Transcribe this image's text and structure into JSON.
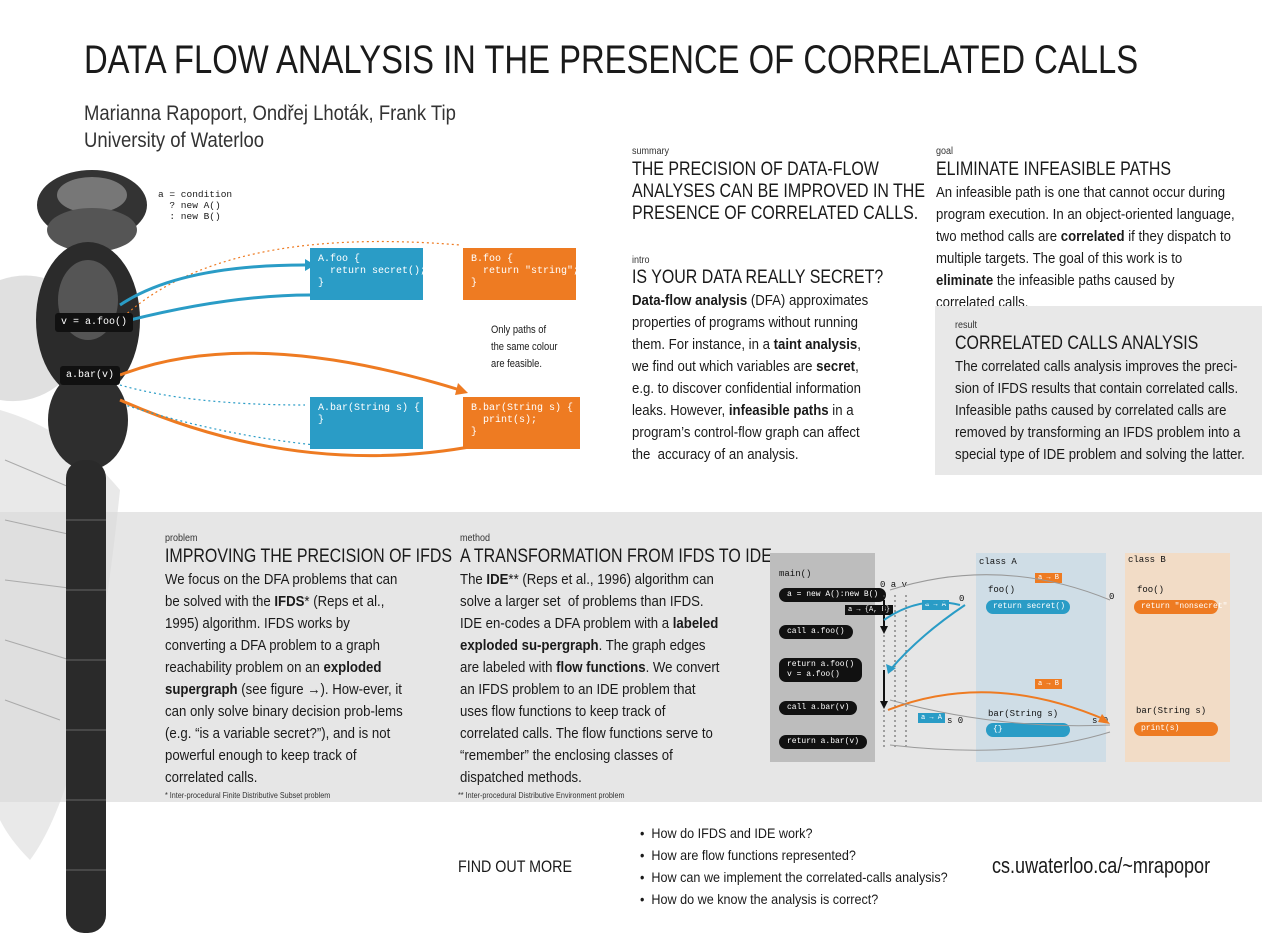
{
  "header": {
    "title": "DATA FLOW ANALYSIS IN THE PRESENCE OF CORRELATED CALLS",
    "authors": "Marianna Rapoport, Ondřej Lhoták, Frank Tip",
    "affiliation": "University of Waterloo"
  },
  "figure_top": {
    "condition_code": "a = condition\n  ? new A()\n  : new B()",
    "afoo_box": "A.foo {\n  return secret();\n}",
    "bfoo_box": "B.foo {\n  return \"string\";\n}",
    "abar_box": "A.bar(String s) {\n}",
    "bbar_box": "B.bar(String s) {\n  print(s);\n}",
    "call_foo": "v = a.foo()",
    "call_bar": "a.bar(v)",
    "note": "Only paths of\nthe same colour\nare feasible."
  },
  "summary": {
    "label": "summary",
    "heading": "THE PRECISION OF DATA-FLOW\nANALYSES CAN BE IMPROVED IN THE\nPRESENCE OF CORRELATED CALLS."
  },
  "intro": {
    "label": "intro",
    "heading": "IS YOUR DATA REALLY SECRET?"
  },
  "goal": {
    "label": "goal",
    "heading": "ELIMINATE INFEASIBLE PATHS"
  },
  "result": {
    "label": "result",
    "heading": "CORRELATED CALLS ANALYSIS",
    "body": "The correlated calls analysis improves the preci-\nsion of IFDS results that contain correlated calls.\nInfeasible paths caused by correlated calls are\nremoved by transforming an IFDS problem into a\nspecial type of IDE problem and solving the latter."
  },
  "problem": {
    "label": "problem",
    "heading": "IMPROVING THE PRECISION OF IFDS",
    "footnote": "* Inter-procedural Finite Distributive Subset problem"
  },
  "method": {
    "label": "method",
    "heading": "A TRANSFORMATION FROM IFDS TO IDE",
    "footnote": "** Inter-procedural Distributive Environment problem"
  },
  "graph": {
    "main_label": "main()",
    "class_a": "class A",
    "class_b": "class B",
    "main_items": [
      "a = new A():new B()",
      "call a.foo()",
      "return a.foo()\nv = a.foo()",
      "call a.bar(v)",
      "return a.bar(v)"
    ],
    "a_foo": "foo()",
    "a_foo_ret": "return secret()",
    "a_bar": "bar(String s)",
    "a_bar_body": "{}",
    "b_foo": "foo()",
    "b_foo_ret": "return \"nonsecret\"",
    "b_bar": "bar(String s)",
    "b_bar_body": "print(s)",
    "cols": "0 a v",
    "tag_ab": "a → {A, B}",
    "tag_a": "a → A",
    "tag_b": "a → B",
    "zero": "0",
    "s0": "s 0",
    "colors": {
      "blue": "#2a9cc6",
      "orange": "#ee7b22",
      "panel_a": "#cfdde6",
      "panel_b": "#f2dcc6",
      "panel_main": "#bdbdbd"
    }
  },
  "findout": {
    "label": "FIND OUT MORE",
    "questions": [
      "How do IFDS and IDE work?",
      "How are flow functions represented?",
      "How can we implement the correlated-calls analysis?",
      "How do we know the analysis is correct?"
    ],
    "url": "cs.uwaterloo.ca/~mrapopor"
  }
}
